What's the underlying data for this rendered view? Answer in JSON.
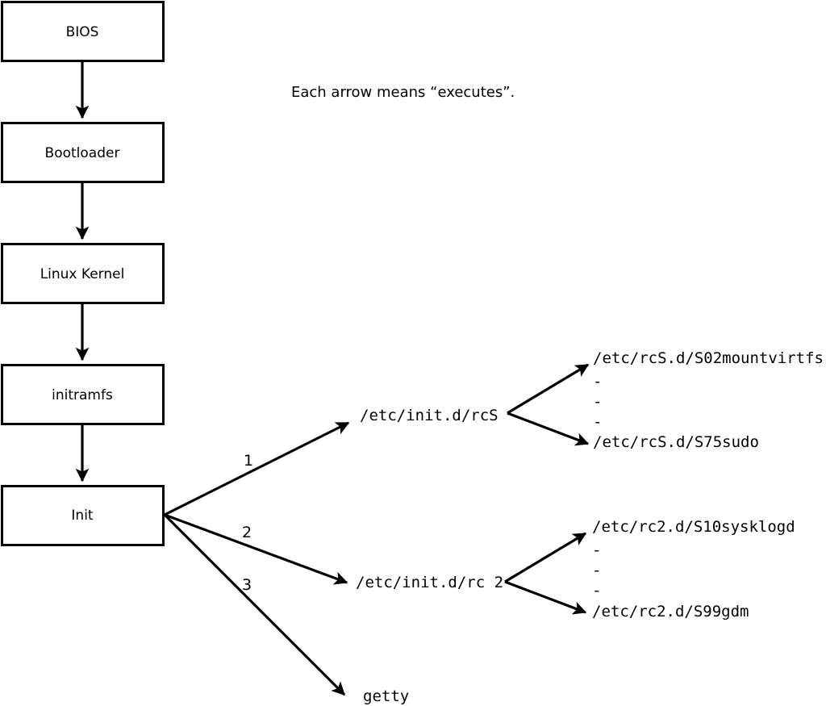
{
  "diagram": {
    "title": "Linux boot process flowchart",
    "caption": "Each arrow means “executes”.",
    "colors": {
      "background": "#ffffff",
      "stroke": "#000000",
      "text": "#000000",
      "box_fill": "#ffffff"
    },
    "boot_chain": [
      {
        "id": "bios",
        "label": "BIOS"
      },
      {
        "id": "bootloader",
        "label": "Bootloader"
      },
      {
        "id": "kernel",
        "label": "Linux Kernel"
      },
      {
        "id": "initramfs",
        "label": "initramfs"
      },
      {
        "id": "init",
        "label": "Init"
      }
    ],
    "init_branches": [
      {
        "number": "1",
        "label": "/etc/init.d/rcS"
      },
      {
        "number": "2",
        "label": "/etc/init.d/rc 2"
      },
      {
        "number": "3",
        "label": "getty"
      }
    ],
    "rcs_scripts": {
      "first": "/etc/rcS.d/S02mountvirtfs",
      "ellipsis": [
        "-",
        "-",
        "-"
      ],
      "last": "/etc/rcS.d/S75sudo"
    },
    "rc2_scripts": {
      "first": "/etc/rc2.d/S10sysklogd",
      "ellipsis": [
        "-",
        "-",
        "-"
      ],
      "last": "/etc/rc2.d/S99gdm"
    }
  }
}
